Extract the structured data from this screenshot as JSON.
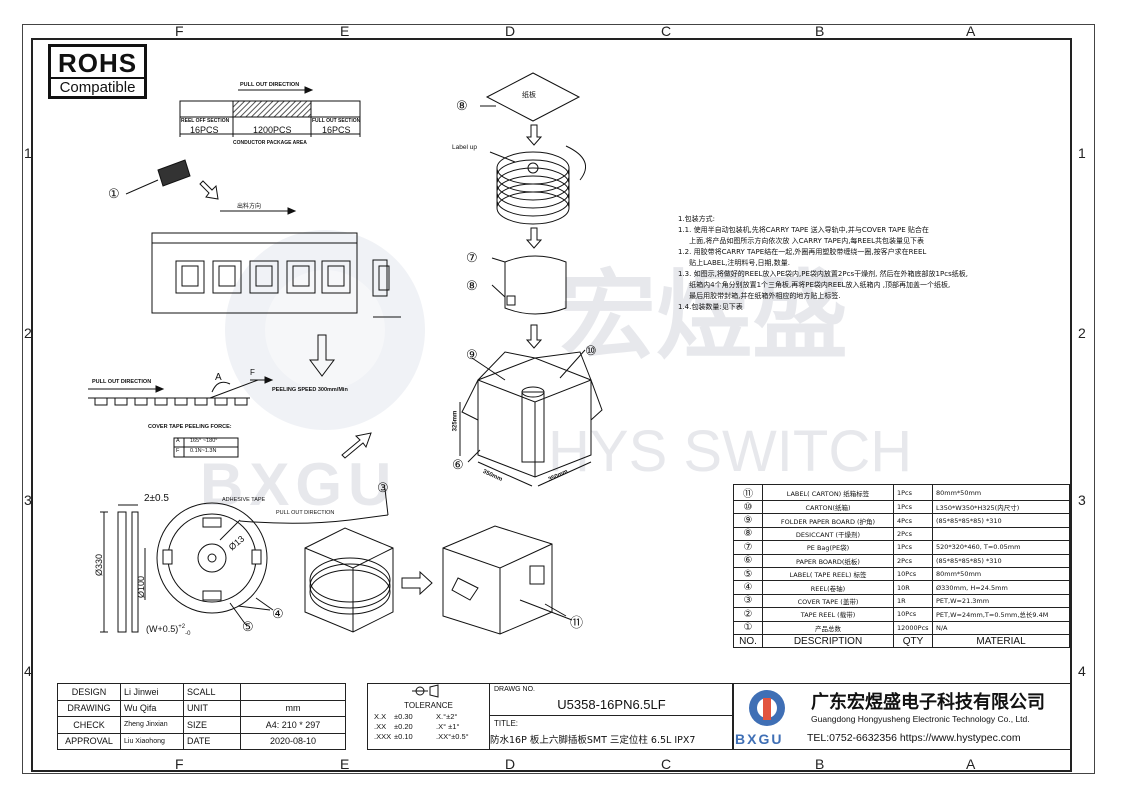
{
  "border": {
    "cols_top": [
      "F",
      "E",
      "D",
      "C",
      "B",
      "A"
    ],
    "cols_bottom": [
      "F",
      "E",
      "D",
      "C",
      "B",
      "A"
    ],
    "rows": [
      "1",
      "2",
      "3",
      "4"
    ]
  },
  "rohs": {
    "title": "ROHS",
    "subtitle": "Compatible"
  },
  "watermark": {
    "chinese": "宏煜盛",
    "english": "HYS SWITCH",
    "logo": "BXGU"
  },
  "drawing": {
    "pull_out_direction": "PULL OUT DIRECTION",
    "reel_off_section": "REEL OFF SECTION",
    "pcs16_left": "16PCS",
    "pcs1200": "1200PCS",
    "full_out_section": "FULL OUT SECTION",
    "pcs16_right": "16PCS",
    "conductor_package_area": "CONDUCTOR PACKAGE AREA",
    "feed_direction": "出料方向",
    "pull_out_direction2": "PULL OUT DIRECTION",
    "peeling_speed": "PEELING SPEED 300mm/Min",
    "angle_label": "A",
    "force_label": "F",
    "cover_tape_peeling_force": "COVER TAPE PEELING FORCE:",
    "force_table": [
      [
        "A",
        "165° ~180°"
      ],
      [
        "F",
        "0.1N~1.3N"
      ]
    ],
    "dim_2": "2±0.5",
    "adhesive_tape": "ADHESIVE TAPE",
    "pull_out_direction3": "PULL OUT DIRECTION",
    "dia330": "Ø330",
    "dia100": "Ø100",
    "dia13": "Ø13",
    "width_tol": "(W+0.5)",
    "width_tol_sup": "+2",
    "width_tol_sub": "-0",
    "paper_label": "纸板",
    "label_up": "Label up",
    "dim_325": "325mm",
    "dim_350a": "350mm",
    "dim_350b": "350mm",
    "callouts": [
      "①",
      "②",
      "③",
      "④",
      "⑤",
      "⑥",
      "⑦",
      "⑧",
      "⑨",
      "⑩",
      "⑪"
    ]
  },
  "notes": [
    "1.包装方式:",
    "1.1. 使用半自动包装机,先将CARRY TAPE 送入导轨中,并与COVER TAPE 贴合在",
    "     上面,将产品如图所示方向依次放 入CARRY TAPE内,每REEL共包装量见下表",
    "1.2. 用胶带将CARRY TAPE结在一起,外圈再用塑胶带缠绕一圈,按客户求在REEL",
    "     贴上LABEL,注明料号,日期,数量.",
    "1.3. 如图示,将做好的REEL放入PE袋内,PE袋内放置2Pcs干燥剂, 然后在外箱底部放1Pcs纸板,",
    "     纸箱内4个角分别放置1个三角板,再将PE袋内REEL放入纸箱内 ,顶部再加盖一个纸板,",
    "     最后用胶带封箱,并在纸箱外相应的地方贴上标签.",
    "1.4.包装数量:见下表"
  ],
  "bom": {
    "headers": [
      "NO.",
      "DESCRIPTION",
      "QTY",
      "MATERIAL"
    ],
    "rows": [
      [
        "⑪",
        "LABEL( CARTON) 纸箱标签",
        "1Pcs",
        "80mm*50mm"
      ],
      [
        "⑩",
        "CARTON(纸箱)",
        "1Pcs",
        "L350*W350*H325(内尺寸)"
      ],
      [
        "⑨",
        "FOLDER PAPER BOARD (护角)",
        "4Pcs",
        "(85*85*85*85) *310"
      ],
      [
        "⑧",
        "DESICCANT (干燥剂)",
        "2Pcs",
        ""
      ],
      [
        "⑦",
        "PE Bag(PE袋)",
        "1Pcs",
        "520*320*460, T=0.05mm"
      ],
      [
        "⑥",
        "PAPER BOARD(纸板)",
        "2Pcs",
        "(85*85*85*85) *310"
      ],
      [
        "⑤",
        "LABEL( TAPE REEL) 标签",
        "10Pcs",
        "80mm*50mm"
      ],
      [
        "④",
        "REEL(卷轴)",
        "10R",
        "Ø330mm, H=24.5mm"
      ],
      [
        "③",
        "COVER TAPE (盖带)",
        "1R",
        "PET,W=21.3mm"
      ],
      [
        "②",
        "TAPE REEL (载带)",
        "10Pcs",
        "PET,W=24mm,T=0.5mm,总长9.4M"
      ],
      [
        "①",
        "产品总数",
        "12000Pcs",
        "N/A"
      ]
    ]
  },
  "title_block": {
    "design_label": "DESIGN",
    "design_name": "Li Jinwei",
    "drawing_label": "DRAWING",
    "drawing_name": "Wu Qifa",
    "check_label": "CHECK",
    "check_name": "Zheng Jinxian",
    "approval_label": "APPROVAL",
    "approval_name": "Liu Xiaohong",
    "scale_label": "SCALL",
    "scale_value": "",
    "unit_label": "UNIT",
    "unit_value": "mm",
    "size_label": "SIZE",
    "size_value": "A4: 210 * 297",
    "date_label": "DATE",
    "date_value": "2020-08-10",
    "tolerance_label": "TOLERANCE",
    "tol": [
      [
        "X.X",
        "±0.30",
        "X.°±2°"
      ],
      [
        ".XX",
        "±0.20",
        ".X° ±1°"
      ],
      [
        ".XXX",
        "±0.10",
        ".XX°±0.5°"
      ]
    ],
    "drawing_no_label": "DRAWG NO.",
    "drawing_no": "U5358-16PN6.5LF",
    "title_label": "TITLE:",
    "title": "防水16P 板上六脚插板SMT 三定位柱 6.5L IPX7",
    "company_cn": "广东宏煜盛电子科技有限公司",
    "company_en": "Guangdong Hongyusheng Electronic Technology Co., Ltd.",
    "contact": "TEL:0752-6632356  https://www.hystypec.com",
    "logo_text": "BXGU"
  }
}
